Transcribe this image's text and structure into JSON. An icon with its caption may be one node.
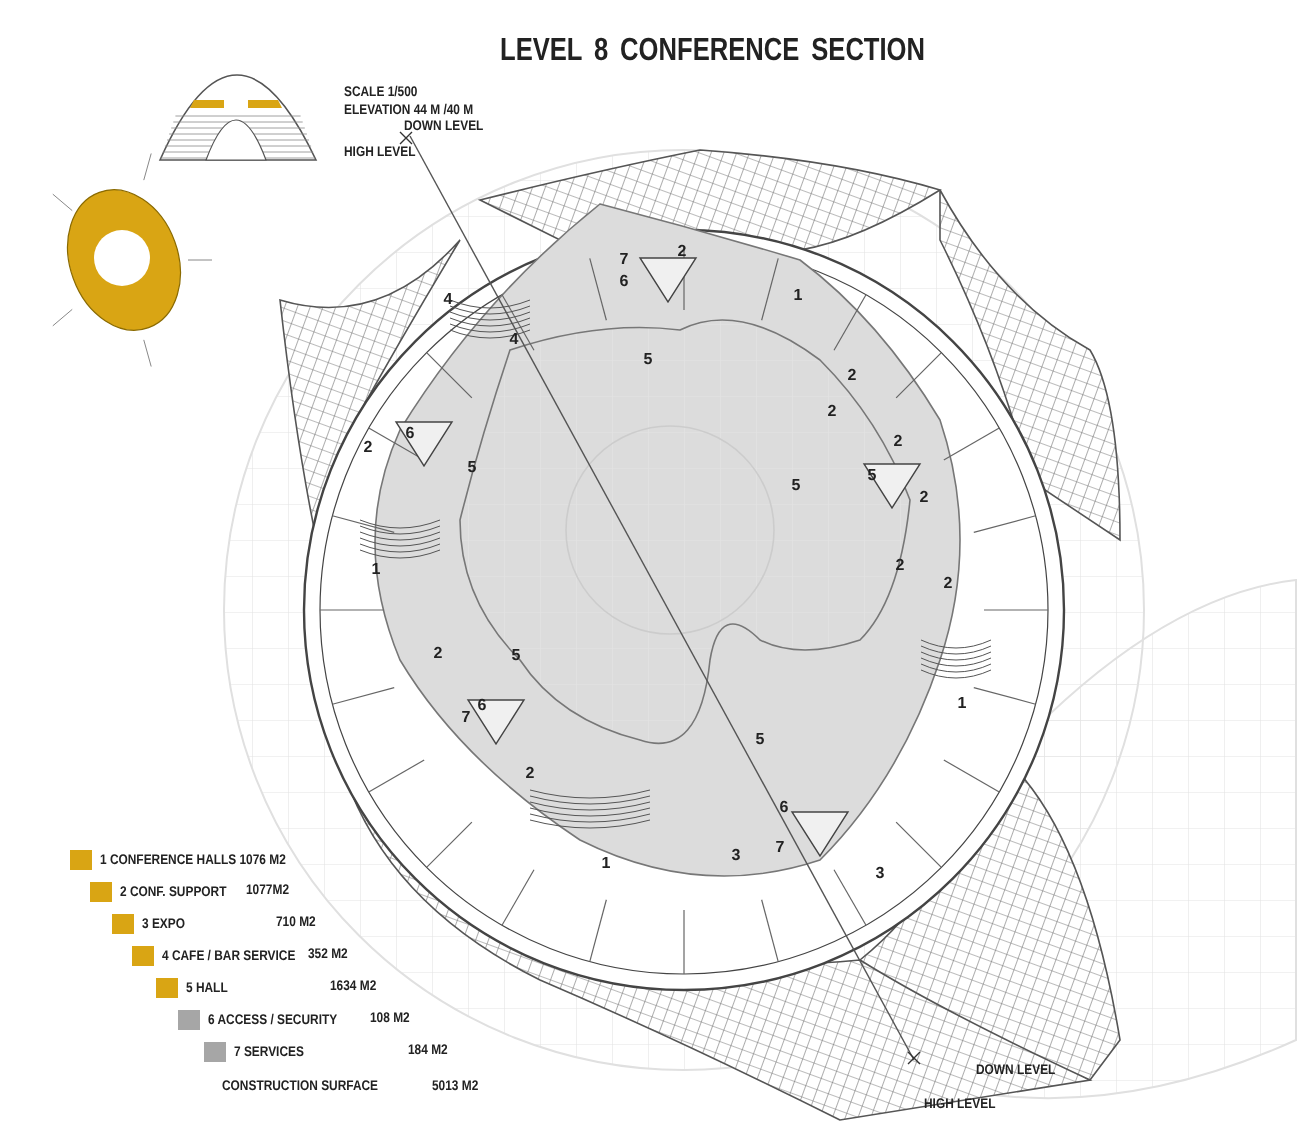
{
  "diagram": {
    "title": "LEVEL 8 CONFERENCE SECTION",
    "labels": [
      "SCALE 1/500",
      "ELEVATION 44 M /40 M",
      "DOWN LEVEL",
      "HIGH LEVEL",
      "2",
      "7",
      "4",
      "6",
      "1",
      "4",
      "5",
      "2",
      "2",
      "6",
      "2",
      "2",
      "5",
      "5",
      "5",
      "2",
      "2",
      "2",
      "1",
      "2",
      "5",
      "1",
      "7",
      "6",
      "5",
      "2",
      "6",
      "7",
      "3",
      "1",
      "3",
      "1077M2",
      "710 M2",
      "352 M2",
      "1634 M2",
      "108 M2",
      "184 M2",
      "CONSTRUCTION SURFACE",
      "5013 M2",
      "DOWN LEVEL",
      "HIGH LEVEL"
    ],
    "legend": [
      {
        "text": "1 CONFERENCE HALLS 1076 M2",
        "color": "#d9a514"
      },
      {
        "text": "2 CONF. SUPPORT",
        "color": "#d9a514"
      },
      {
        "text": "3 EXPO",
        "color": "#d9a514"
      },
      {
        "text": "4 CAFE / BAR SERVICE",
        "color": "#d9a514"
      },
      {
        "text": "5 HALL",
        "color": "#d9a514"
      },
      {
        "text": "6 ACCESS / SECURITY",
        "color": "#a6a6a6"
      },
      {
        "text": "7 SERVICES",
        "color": "#a6a6a6"
      }
    ]
  }
}
